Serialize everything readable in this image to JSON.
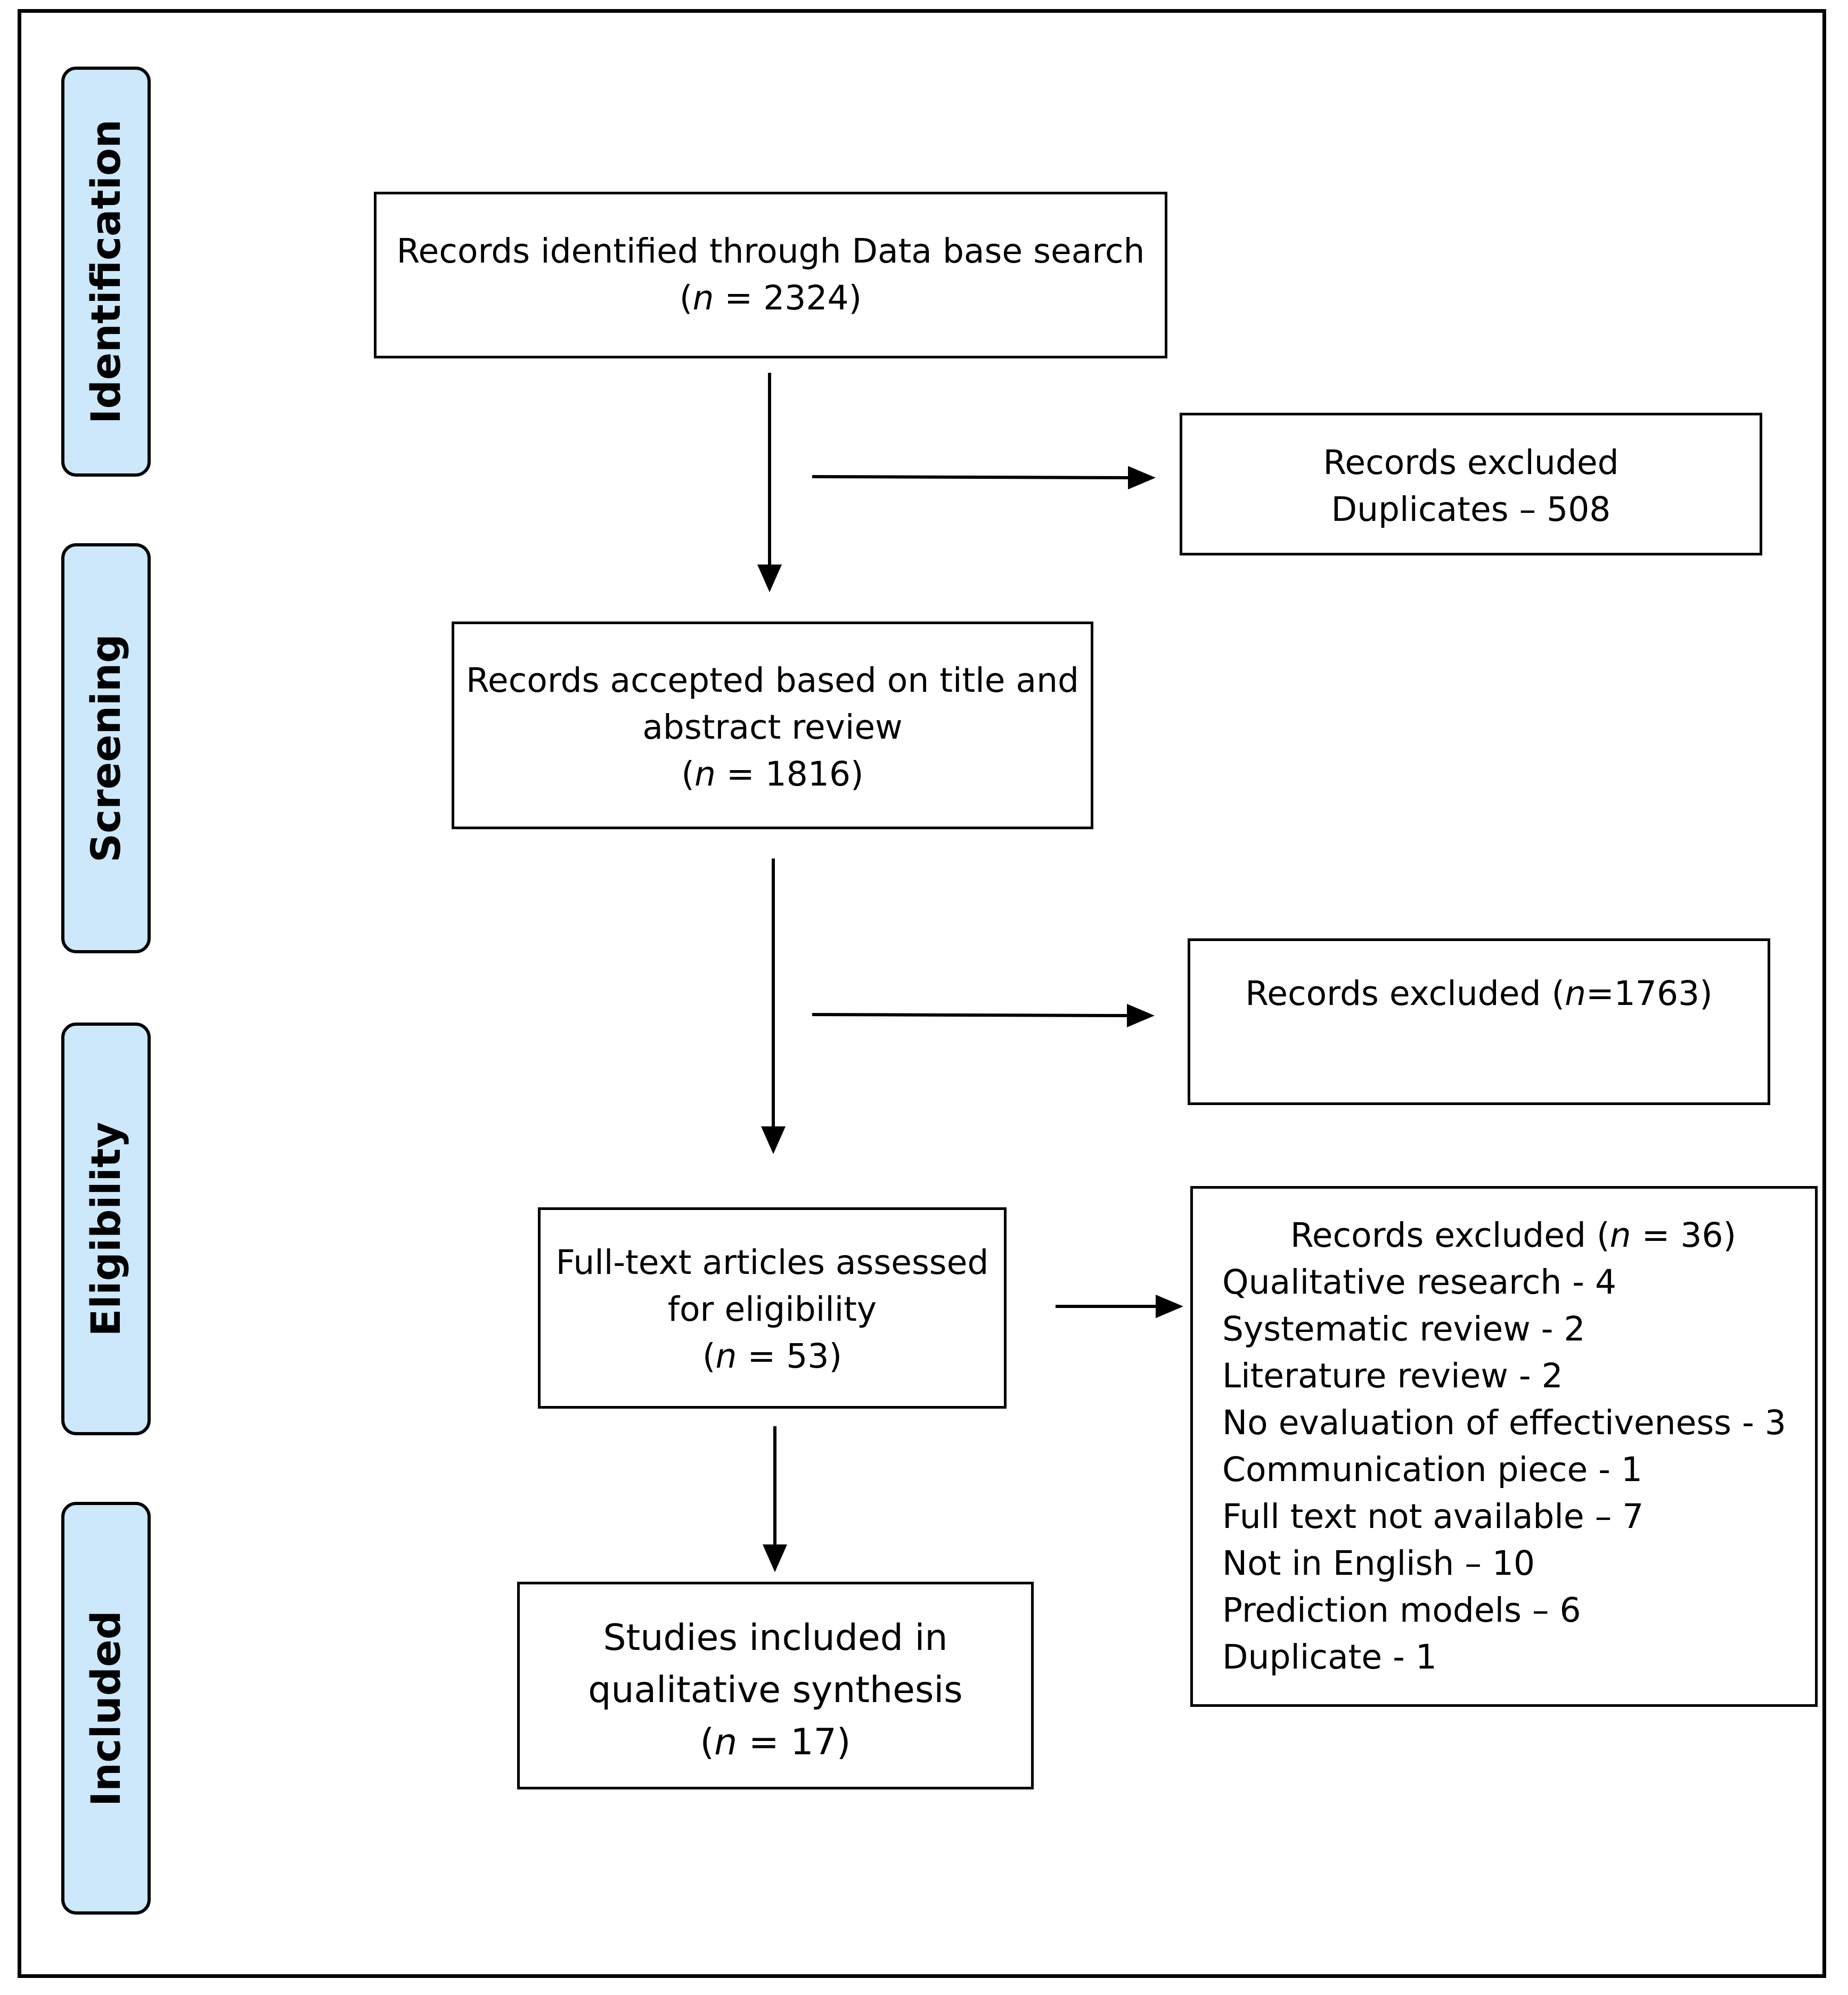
{
  "stages": [
    {
      "id": "identification",
      "label": "Identification"
    },
    {
      "id": "screening",
      "label": "Screening"
    },
    {
      "id": "eligibility",
      "label": "Eligibility"
    },
    {
      "id": "included",
      "label": "Included"
    }
  ],
  "boxes": {
    "identified": {
      "line1": "Records identified through Data base search",
      "n_open": "(",
      "n_var": "n",
      "n_rest": " = 2324)"
    },
    "duplicates_excluded": {
      "line1": "Records excluded",
      "line2": "Duplicates – 508"
    },
    "screened": {
      "line1": "Records accepted based on title and",
      "line2": "abstract review",
      "n_open": "(",
      "n_var": "n",
      "n_rest": " = 1816)"
    },
    "screen_excluded": {
      "prefix": "Records excluded (",
      "n_var": "n",
      "suffix": "=1763)"
    },
    "fulltext": {
      "line1": "Full-text articles assessed",
      "line2": "for eligibility",
      "n_open": "(",
      "n_var": "n",
      "n_rest": " = 53)"
    },
    "fulltext_excluded": {
      "heading_prefix": "Records excluded (",
      "heading_var": "n",
      "heading_suffix": " = 36)",
      "reasons": [
        "Qualitative research - 4",
        "Systematic review - 2",
        "Literature review - 2",
        "No evaluation of effectiveness - 3",
        "Communication piece - 1",
        "Full text not available – 7",
        "Not in English – 10",
        "Prediction models – 6",
        "Duplicate - 1"
      ]
    },
    "included": {
      "line1": "Studies included in",
      "line2": "qualitative synthesis",
      "n_open": "(",
      "n_var": "n",
      "n_rest": " = 17)"
    }
  },
  "colors": {
    "stage_fill": "#cce8fa",
    "stroke": "#000000"
  }
}
